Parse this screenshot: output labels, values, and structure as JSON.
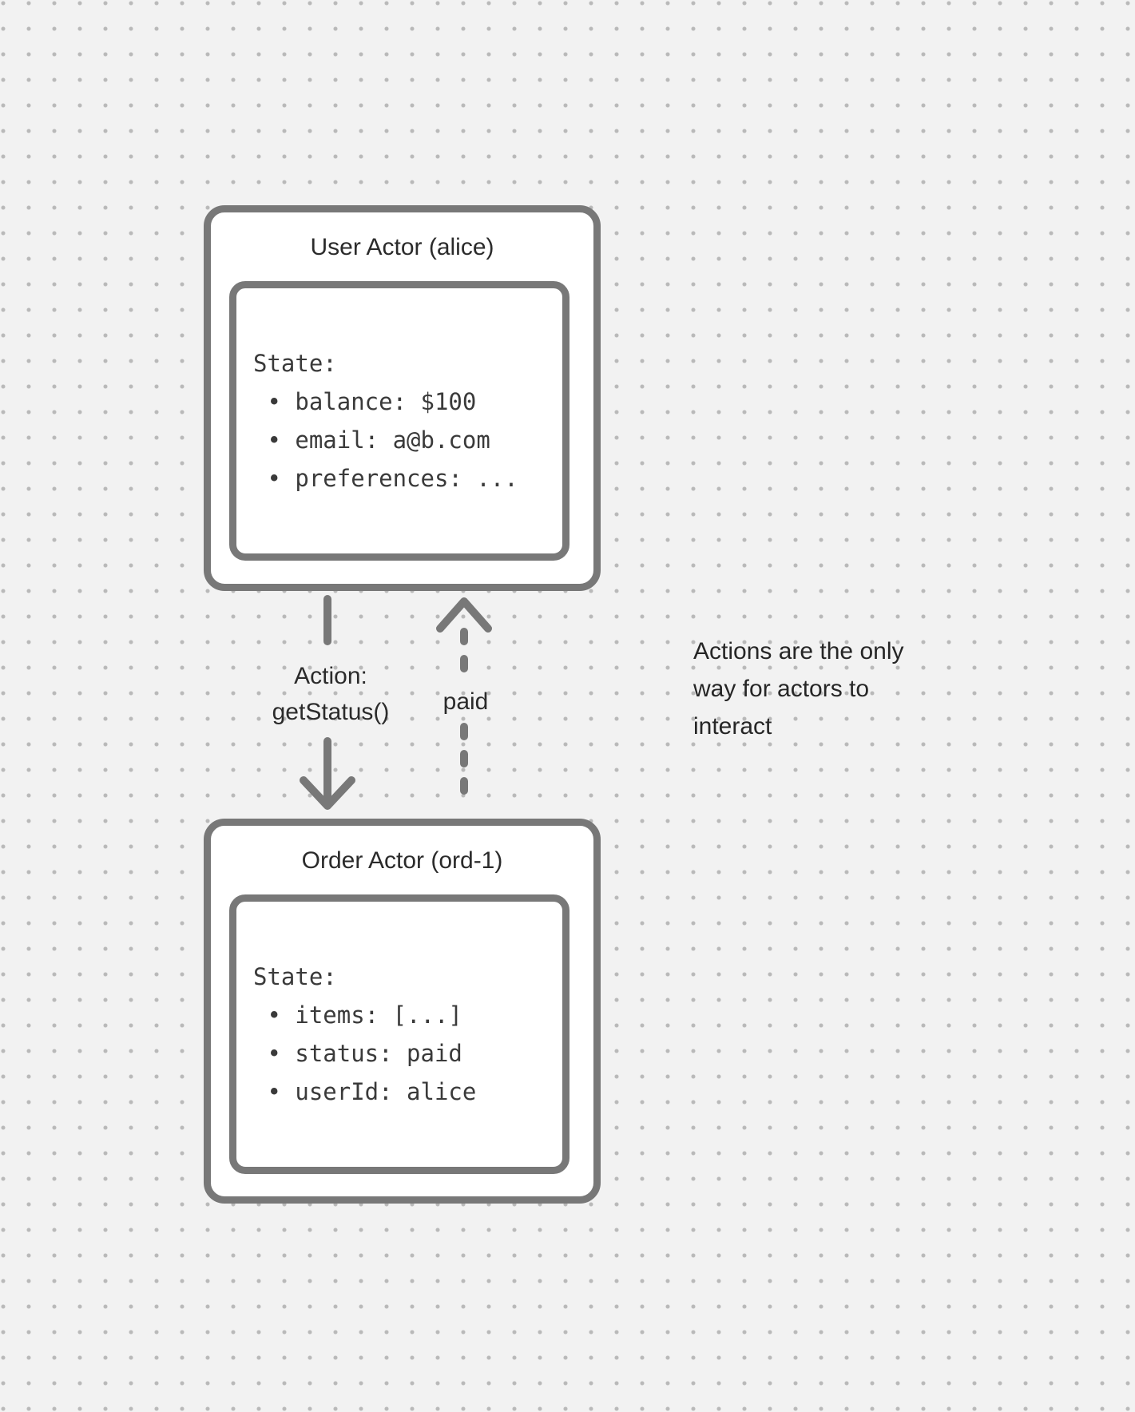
{
  "colors": {
    "background": "#f2f2f2",
    "dot_grid": "#b9b9b9",
    "shape_stroke": "#787878",
    "shape_fill": "#ffffff",
    "title_text": "#2b2b2b",
    "state_text": "#3a3a3a"
  },
  "user_actor": {
    "title": "User Actor (alice)",
    "state_lines": [
      "State:",
      " • balance: $100",
      " • email: a@b.com",
      " • preferences: ..."
    ]
  },
  "order_actor": {
    "title": "Order Actor (ord-1)",
    "state_lines": [
      "State:",
      " • items: [...]",
      " • status: paid",
      " • userId: alice"
    ]
  },
  "action_arrow": {
    "label_lines": [
      "Action:",
      "getStatus()"
    ],
    "style": "solid",
    "direction": "down"
  },
  "paid_arrow": {
    "label": "paid",
    "style": "dashed",
    "direction": "up"
  },
  "annotation": {
    "lines": [
      "Actions are the only",
      "way for actors to",
      "interact"
    ]
  }
}
